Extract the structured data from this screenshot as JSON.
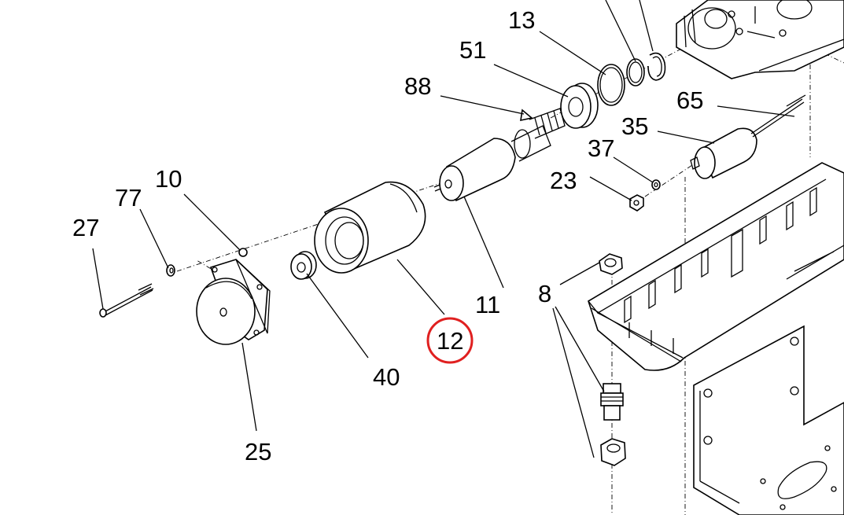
{
  "labels": {
    "l13": "13",
    "l51": "51",
    "l88": "88",
    "l65": "65",
    "l35": "35",
    "l37": "37",
    "l23": "23",
    "l10": "10",
    "l77": "77",
    "l27": "27",
    "l8": "8",
    "l11": "11",
    "l12": "12",
    "l40": "40",
    "l25": "25"
  },
  "highlight": {
    "part": "12",
    "color": "#e02020"
  }
}
